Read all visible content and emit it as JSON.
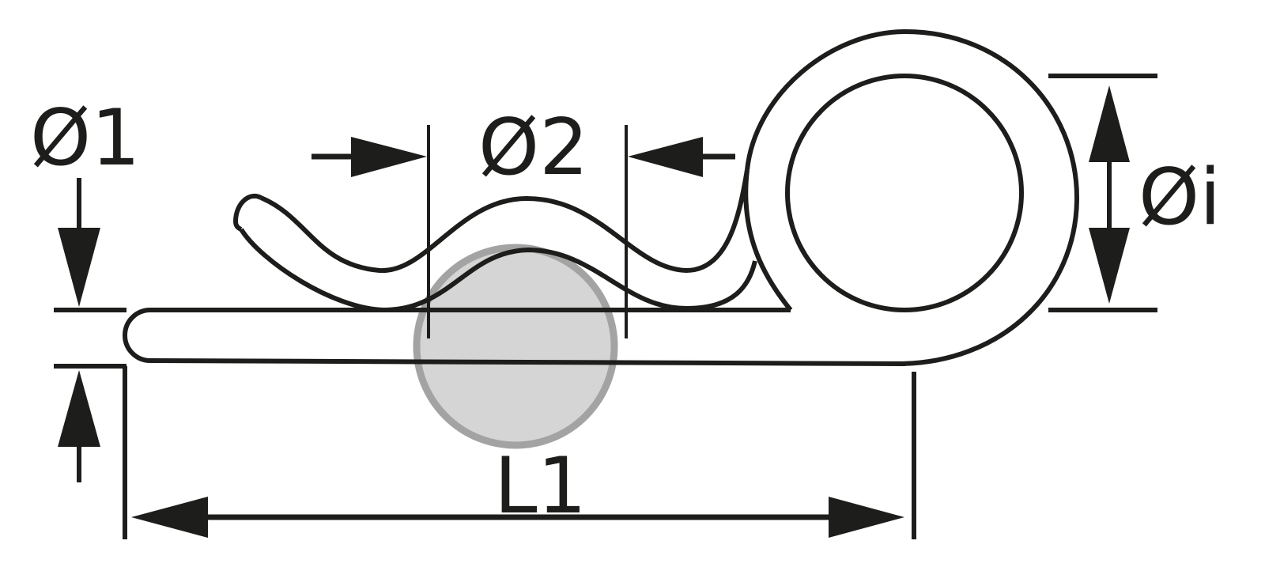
{
  "dimensions": {
    "d1_label": "Ø1",
    "d2_label": "Ø2",
    "di_label": "Øi",
    "l1_label": "L1"
  },
  "colors": {
    "line": "#1d1d1b",
    "pin_fill": "#d5d5d5",
    "pin_outline": "#a3a3a3",
    "background": "#ffffff"
  }
}
